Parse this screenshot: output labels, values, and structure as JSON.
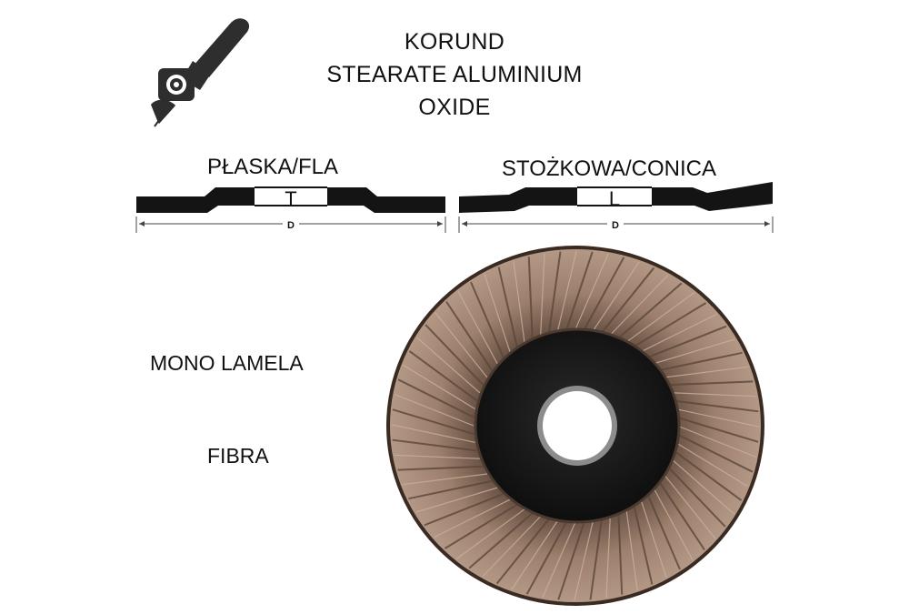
{
  "material": {
    "line1": "KORUND",
    "line2": "STEARATE ALUMINIUM",
    "line3": "OXIDE"
  },
  "profiles": {
    "flat": {
      "label": "PŁASKA/FLA",
      "thickness_symbol": "T",
      "diameter_symbol": "D"
    },
    "conical": {
      "label": "STOŻKOWA/CONICA",
      "thickness_symbol": "L",
      "diameter_symbol": "D"
    }
  },
  "features": {
    "lamella": "MONO LAMELA",
    "backing": "FIBRA"
  },
  "icons": [
    "angle-grinder-icon"
  ],
  "colors": {
    "profile_fill": "#141414",
    "disc_flap": "#a0826f",
    "disc_center": "#1a1a1a"
  }
}
